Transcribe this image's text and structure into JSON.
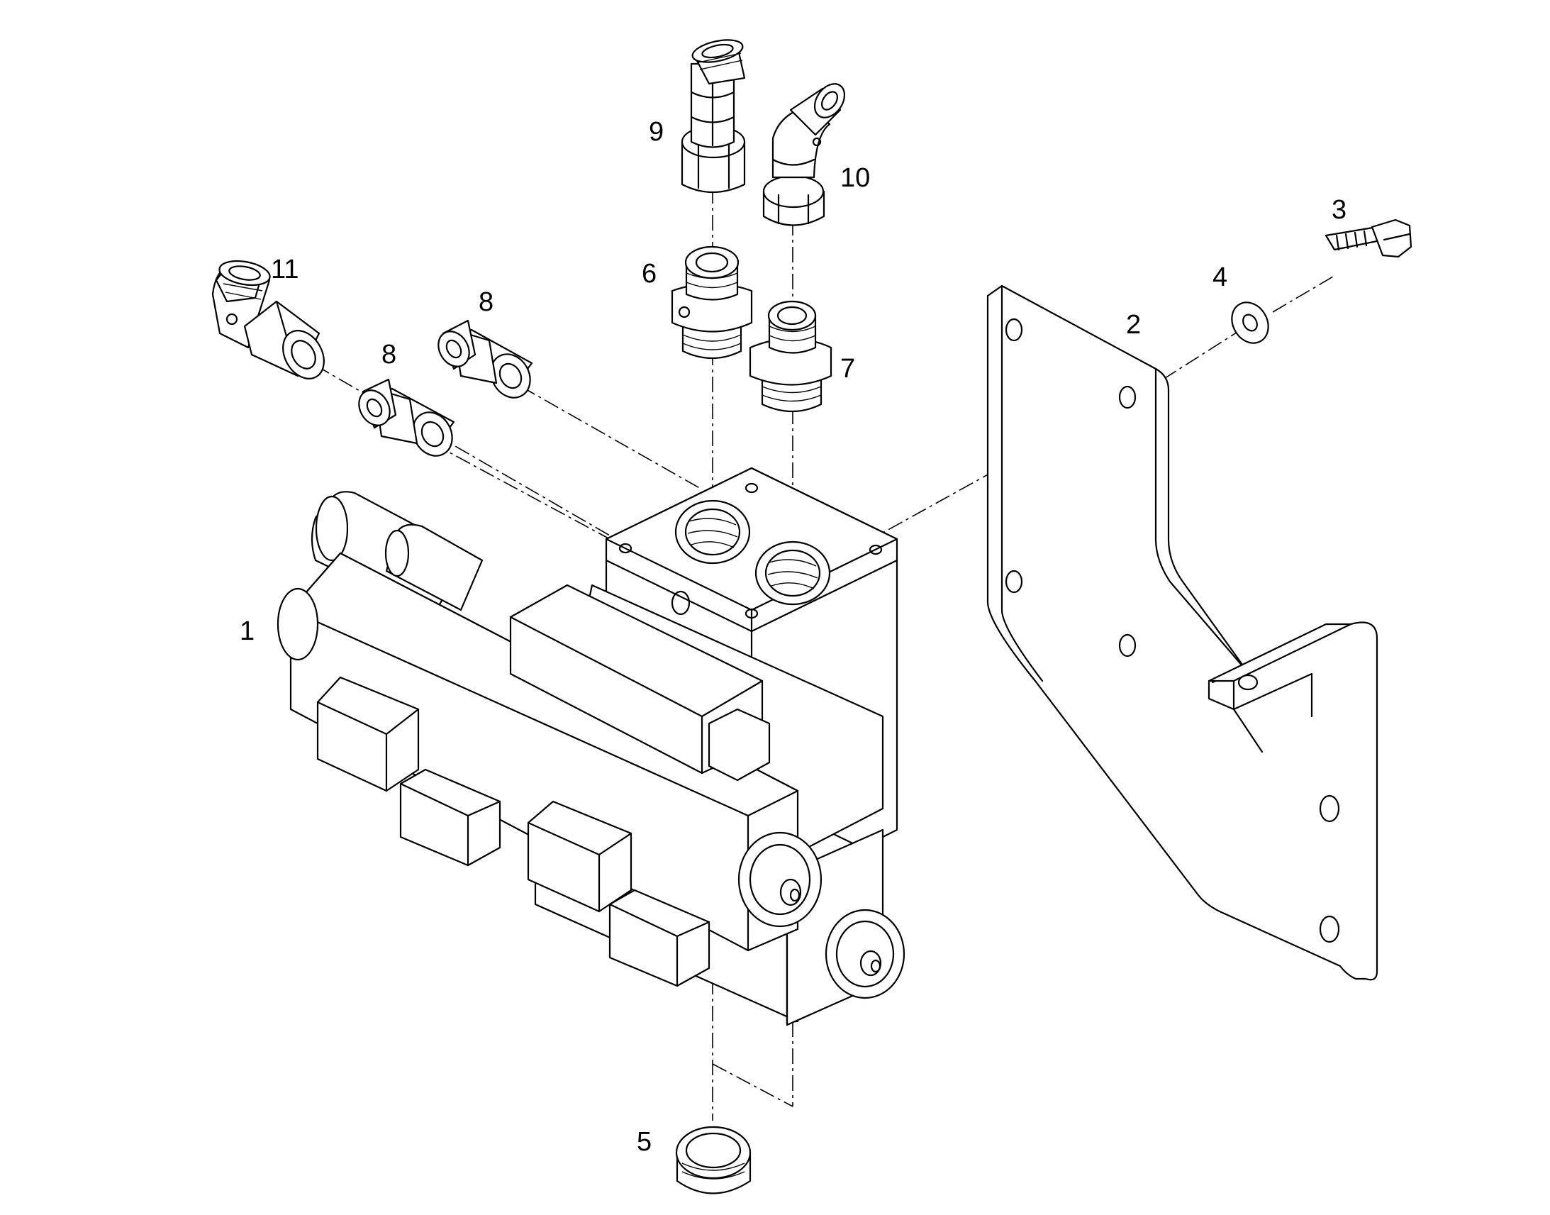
{
  "callouts": {
    "p1": "1",
    "p2": "2",
    "p3": "3",
    "p4": "4",
    "p5": "5",
    "p6": "6",
    "p7": "7",
    "p8a": "8",
    "p8b": "8",
    "p9": "9",
    "p10": "10",
    "p11": "11"
  }
}
